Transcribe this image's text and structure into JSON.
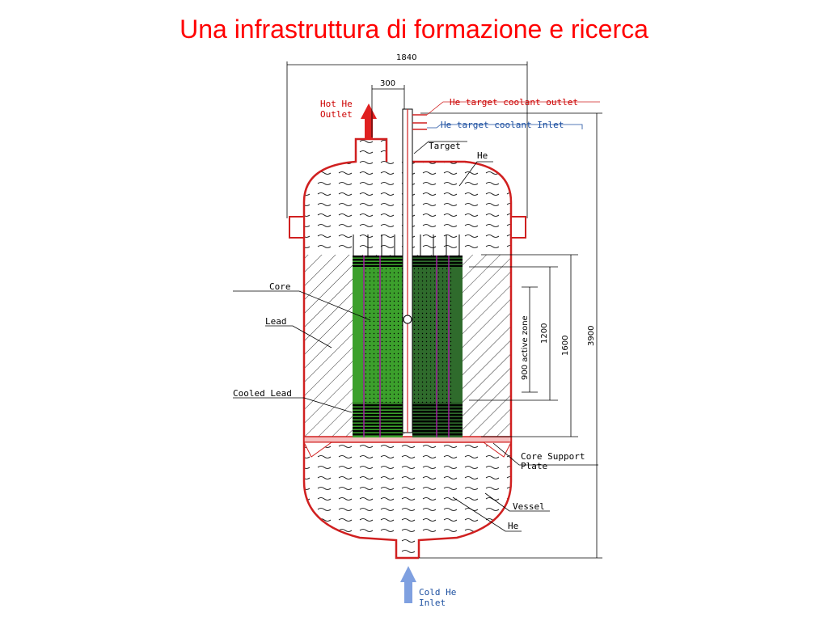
{
  "title": "Una infrastruttura di formazione e ricerca",
  "colors": {
    "title": "#ff0000",
    "vessel": "#d02020",
    "core_green": "#3ca02c",
    "core_dark_green": "#2f6b2c",
    "hot_arrow": "#e02020",
    "cold_arrow": "#7fa0e0"
  },
  "labels": {
    "hot_he_outlet_1": "Hot He",
    "hot_he_outlet_2": "Outlet",
    "target_outlet": "He target coolant outlet",
    "target_inlet": "He target coolant Inlet",
    "target": "Target",
    "he_top": "He",
    "core": "Core",
    "lead": "Lead",
    "cooled_lead": "Cooled Lead",
    "core_support_1": "Core Support",
    "core_support_2": "Plate",
    "vessel": "Vessel",
    "he_bottom": "He",
    "cold_he_inlet_1": "Cold He",
    "cold_he_inlet_2": "Inlet"
  },
  "dimensions": {
    "width_total": "1840",
    "width_top": "300",
    "active_zone": "900 active zone",
    "d1200": "1200",
    "d1600": "1600",
    "d3900": "3900"
  }
}
